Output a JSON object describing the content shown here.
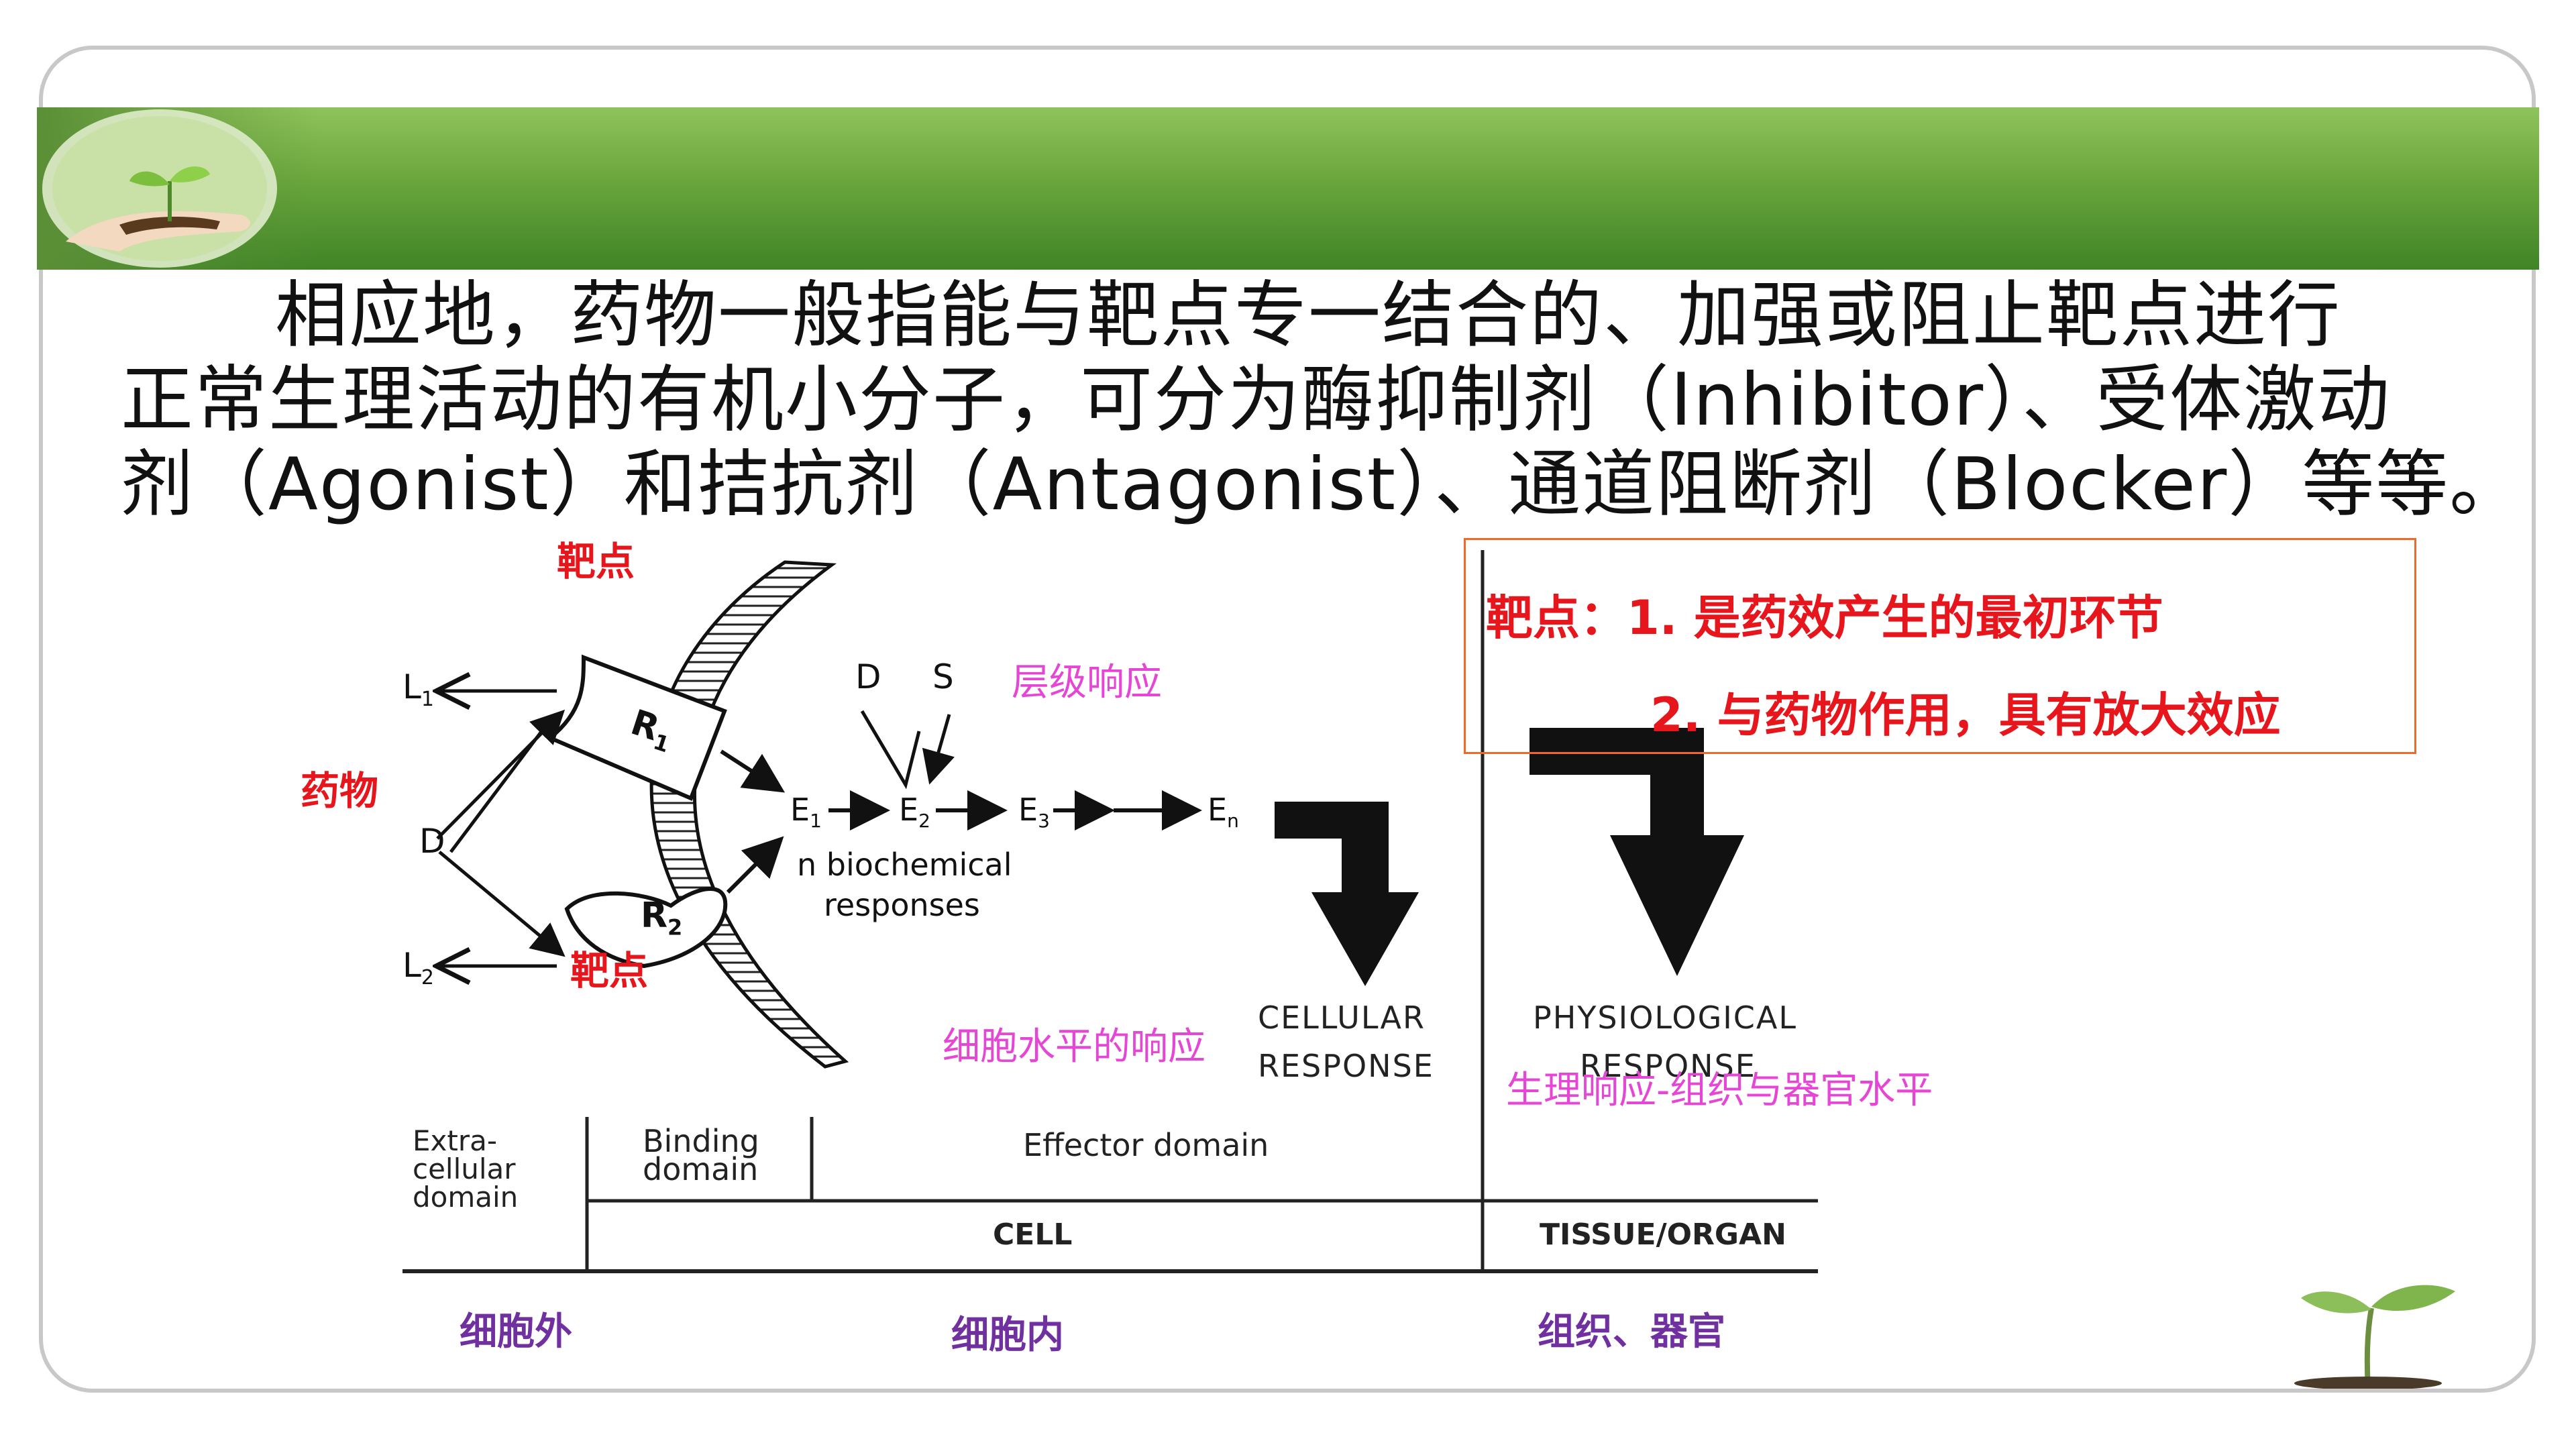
{
  "paragraph": {
    "line1": "相应地，药物一般指能与靶点专一结合的、加强或阻止靶点进行",
    "line2": "正常生理活动的有机小分子，可分为酶抑制剂（Inhibitor）、受体激动",
    "line3": "剂（Agonist）和拮抗剂（Antagonist）、通道阻断剂（Blocker）等等。"
  },
  "annotations": {
    "target_top": "靶点",
    "target_bottom": "靶点",
    "drug": "药物",
    "cascade": "层级响应",
    "cell_level": "细胞水平的响应",
    "physio_level": "生理响应-组织与器官水平",
    "extracellular": "细胞外",
    "intracellular": "细胞内",
    "tissue_organ": "组织、器官"
  },
  "target_box": {
    "line1": "靶点：1.  是药效产生的最初环节",
    "line2": "2.  与药物作用，具有放大效应"
  },
  "figure": {
    "L1": "L",
    "L1_sub": "1",
    "L2": "L",
    "L2_sub": "2",
    "D": "D",
    "R1": "R",
    "R1_sub": "1",
    "R2": "R",
    "R2_sub": "2",
    "Dtop": "D",
    "S": "S",
    "E1": "E",
    "E1_sub": "1",
    "E2": "E",
    "E2_sub": "2",
    "E3": "E",
    "E3_sub": "3",
    "En": "E",
    "En_sub": "n",
    "biochem1": "n biochemical",
    "biochem2": "responses",
    "cellular1": "CELLULAR",
    "cellular2": "RESPONSE",
    "physio1": "PHYSIOLOGICAL",
    "physio2": "RESPONSE",
    "extra1": "Extra-",
    "extra2": "cellular",
    "extra3": "domain",
    "binding1": "Binding",
    "binding2": "domain",
    "effector": "Effector domain",
    "cell": "CELL",
    "tissue": "TISSUE/ORGAN"
  },
  "colors": {
    "banner": "#5e9e35",
    "red": "#e6161c",
    "pink": "#e546d5",
    "purple": "#7030a0",
    "box_border": "#ee6a2a"
  }
}
